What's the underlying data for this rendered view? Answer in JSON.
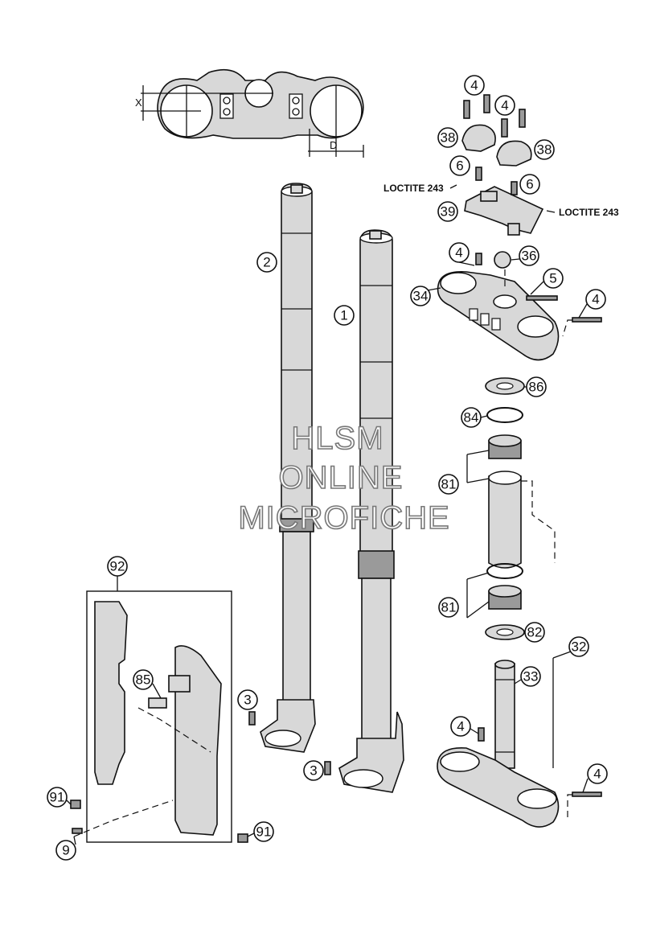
{
  "callouts": [
    "1",
    "2",
    "3",
    "3",
    "4",
    "4",
    "4",
    "4",
    "4",
    "4",
    "5",
    "6",
    "6",
    "9",
    "32",
    "33",
    "34",
    "36",
    "38",
    "38",
    "39",
    "81",
    "81",
    "82",
    "84",
    "85",
    "86",
    "91",
    "91",
    "92"
  ],
  "labels": {
    "loctite_left": "LOCTITE 243",
    "loctite_right": "LOCTITE 243"
  },
  "dimensions": {
    "x": "X",
    "d": "D"
  },
  "watermark": {
    "line1": "HLSM",
    "line2": "ONLINE",
    "line3": "MICROFICHE"
  }
}
